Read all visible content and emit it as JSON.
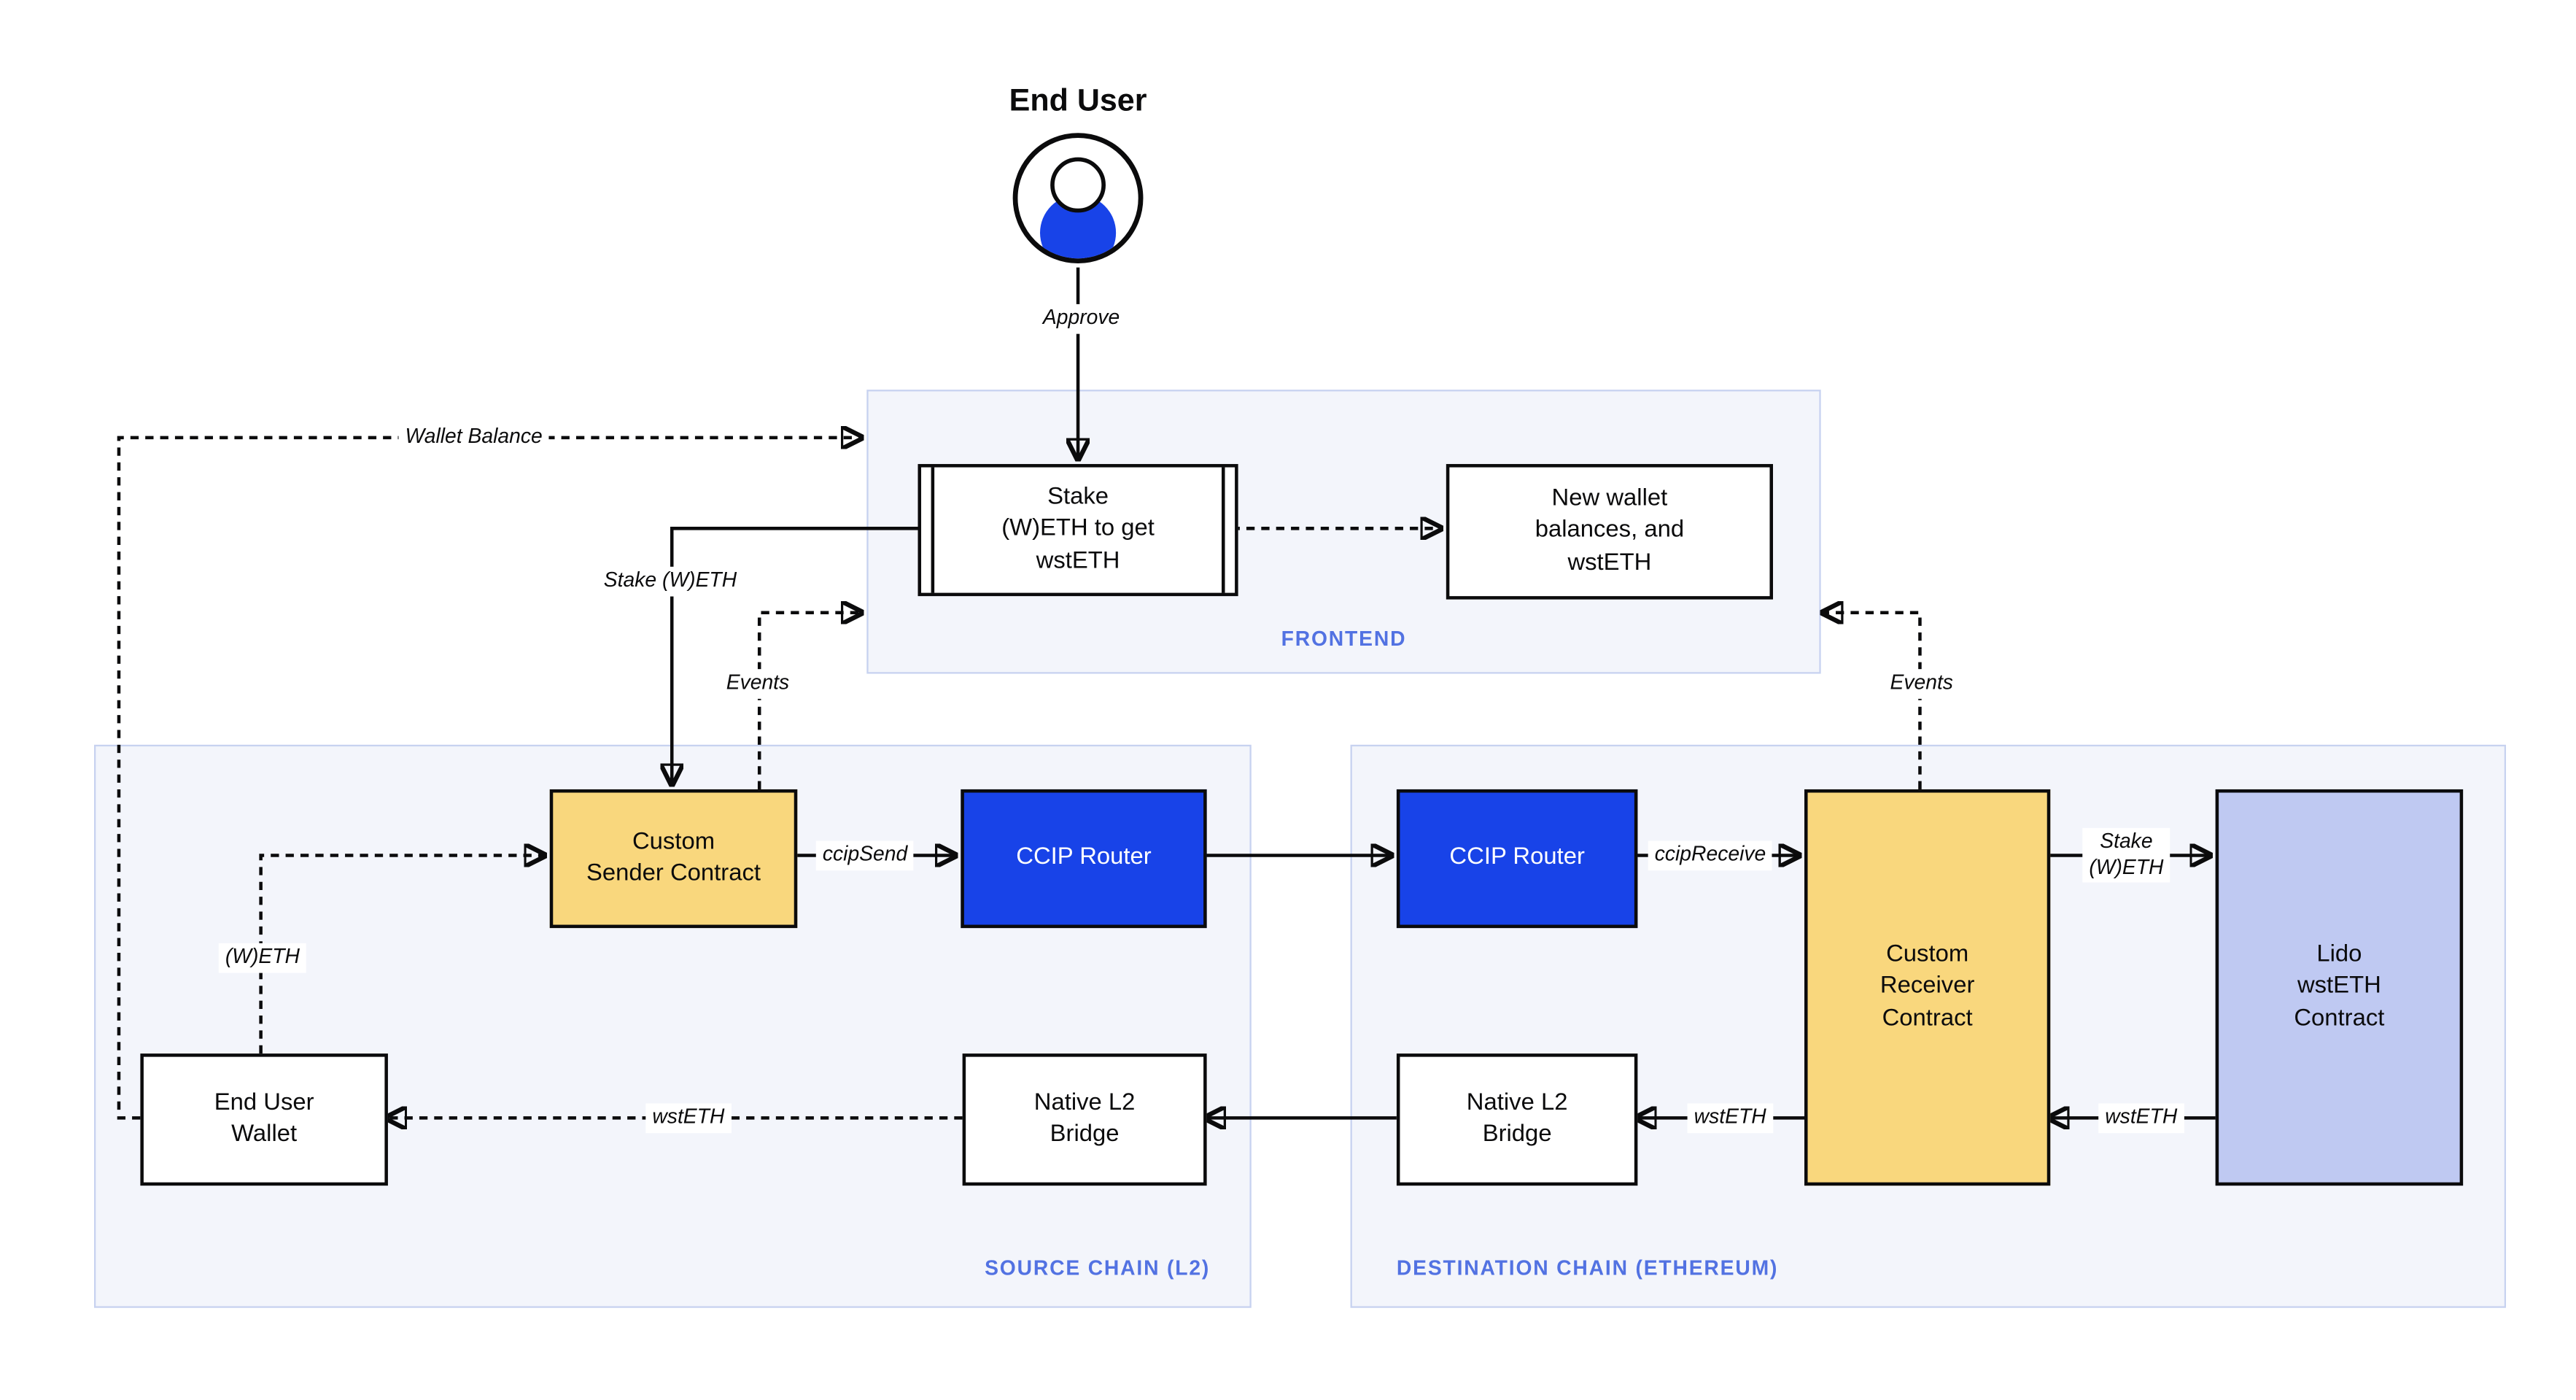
{
  "end_user": {
    "label": "End User"
  },
  "containers": {
    "frontend": {
      "label": "FRONTEND"
    },
    "source_chain": {
      "label": "SOURCE CHAIN (L2)"
    },
    "destination_chain": {
      "label": "DESTINATION CHAIN (ETHEREUM)"
    }
  },
  "nodes": {
    "stake_screen": {
      "label": "Stake\n(W)ETH to get\nwstETH"
    },
    "new_wallet": {
      "label": "New wallet\nbalances, and\nwstETH"
    },
    "custom_sender": {
      "label": "Custom\nSender Contract"
    },
    "ccip_router_source": {
      "label": "CCIP Router"
    },
    "ccip_router_dest": {
      "label": "CCIP Router"
    },
    "custom_receiver": {
      "label": "Custom\nReceiver\nContract"
    },
    "lido_contract": {
      "label": "Lido\nwstETH\nContract"
    },
    "native_bridge_dest": {
      "label": "Native L2\nBridge"
    },
    "native_bridge_source": {
      "label": "Native L2\nBridge"
    },
    "end_user_wallet": {
      "label": "End User\nWallet"
    }
  },
  "edge_labels": {
    "approve": "Approve",
    "wallet_balance": "Wallet Balance",
    "stake_weth": "Stake (W)ETH",
    "events_left": "Events",
    "events_right": "Events",
    "ccip_send": "ccipSend",
    "ccip_receive": "ccipReceive",
    "stake_weth_dest": "Stake\n(W)ETH",
    "wsteth_lido_to_receiver": "wstETH",
    "wsteth_receiver_to_bridge": "wstETH",
    "wsteth_bridge_to_wallet": "wstETH",
    "weth_wallet_to_sender": "(W)ETH"
  },
  "colors": {
    "accent_blue": "#1843E8",
    "container_label": "#5272E2",
    "node_yellow": "#F9D77D",
    "node_periwinkle": "#BFC9F2",
    "container_fill": "#F3F5FB",
    "container_border": "#C7D2F0",
    "line": "#0B0B0C"
  }
}
